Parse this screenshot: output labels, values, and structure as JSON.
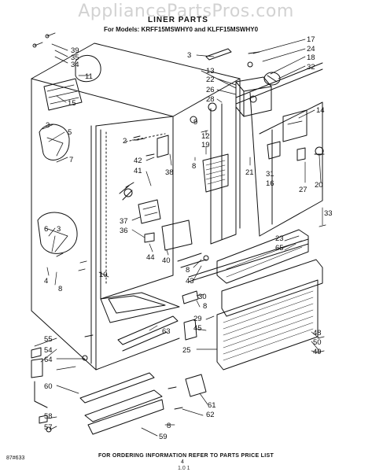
{
  "watermark": "AppliancePartsPros.com",
  "title": "LINER PARTS",
  "subtitle": "For Models: KRFF15MSWHY0 and KLFF15MSWHY0",
  "footer_text": "FOR ORDERING INFORMATION REFER TO PARTS PRICE LIST",
  "page_number": "4",
  "doc_code": "87#633",
  "bottom_mark": "1.0 1",
  "callouts": [
    {
      "id": "c39",
      "text": "39"
    },
    {
      "id": "c35",
      "text": "35"
    },
    {
      "id": "c34",
      "text": "34"
    },
    {
      "id": "c11",
      "text": "11"
    },
    {
      "id": "c15",
      "text": "15"
    },
    {
      "id": "c3a",
      "text": "3"
    },
    {
      "id": "c5",
      "text": "5"
    },
    {
      "id": "c7",
      "text": "7"
    },
    {
      "id": "c6",
      "text": "6"
    },
    {
      "id": "c3b",
      "text": "3"
    },
    {
      "id": "c4",
      "text": "4"
    },
    {
      "id": "c8a",
      "text": "8"
    },
    {
      "id": "c10",
      "text": "10"
    },
    {
      "id": "c3c",
      "text": "3"
    },
    {
      "id": "c13",
      "text": "13"
    },
    {
      "id": "c22",
      "text": "22"
    },
    {
      "id": "c26",
      "text": "26"
    },
    {
      "id": "c28",
      "text": "28"
    },
    {
      "id": "c17",
      "text": "17"
    },
    {
      "id": "c24",
      "text": "24"
    },
    {
      "id": "c18",
      "text": "18"
    },
    {
      "id": "c32",
      "text": "32"
    },
    {
      "id": "c14",
      "text": "14"
    },
    {
      "id": "c2",
      "text": "2"
    },
    {
      "id": "c9",
      "text": "9"
    },
    {
      "id": "c12",
      "text": "12"
    },
    {
      "id": "c19",
      "text": "19"
    },
    {
      "id": "c42",
      "text": "42"
    },
    {
      "id": "c41",
      "text": "41"
    },
    {
      "id": "c38",
      "text": "38"
    },
    {
      "id": "c8b",
      "text": "8"
    },
    {
      "id": "c21",
      "text": "21"
    },
    {
      "id": "c31",
      "text": "31"
    },
    {
      "id": "c16",
      "text": "16"
    },
    {
      "id": "c27",
      "text": "27"
    },
    {
      "id": "c20",
      "text": "20"
    },
    {
      "id": "c33",
      "text": "33"
    },
    {
      "id": "c37",
      "text": "37"
    },
    {
      "id": "c36",
      "text": "36"
    },
    {
      "id": "c44",
      "text": "44"
    },
    {
      "id": "c40",
      "text": "40"
    },
    {
      "id": "c8c",
      "text": "8"
    },
    {
      "id": "c43",
      "text": "43"
    },
    {
      "id": "c23",
      "text": "23"
    },
    {
      "id": "c65",
      "text": "65"
    },
    {
      "id": "c30",
      "text": "30"
    },
    {
      "id": "c8d",
      "text": "8"
    },
    {
      "id": "c29",
      "text": "29"
    },
    {
      "id": "c45",
      "text": "45"
    },
    {
      "id": "c63",
      "text": "63"
    },
    {
      "id": "c25",
      "text": "25"
    },
    {
      "id": "c48",
      "text": "48"
    },
    {
      "id": "c50",
      "text": "50"
    },
    {
      "id": "c49",
      "text": "49"
    },
    {
      "id": "c55",
      "text": "55"
    },
    {
      "id": "c54",
      "text": "54"
    },
    {
      "id": "c64",
      "text": "64"
    },
    {
      "id": "c60",
      "text": "60"
    },
    {
      "id": "c58",
      "text": "58"
    },
    {
      "id": "c57",
      "text": "57"
    },
    {
      "id": "c61",
      "text": "61"
    },
    {
      "id": "c62",
      "text": "62"
    },
    {
      "id": "c8e",
      "text": "8"
    },
    {
      "id": "c59",
      "text": "59"
    }
  ]
}
